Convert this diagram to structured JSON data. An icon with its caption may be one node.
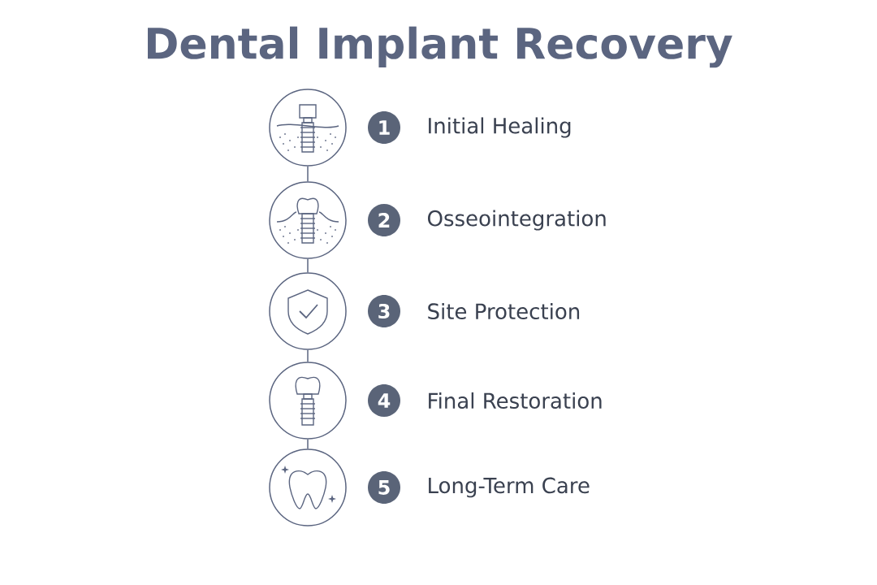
{
  "diagram": {
    "title": "Dental Implant Recovery",
    "nodes": [
      {
        "text": [],
        "shape": "circle"
      },
      {
        "text": [],
        "shape": "circle"
      },
      {
        "text": [],
        "shape": "circle"
      },
      {
        "text": [],
        "shape": "circle"
      },
      {
        "text": [],
        "shape": "circle"
      },
      {
        "text": [
          "1"
        ],
        "beside": [
          "Initial Healing"
        ]
      },
      {
        "text": [
          "2"
        ],
        "beside": [
          "Osseointegration"
        ]
      },
      {
        "text": [
          "3"
        ],
        "beside": [
          "Site Protection"
        ]
      },
      {
        "text": [
          "4"
        ],
        "beside": [
          "Final Restoration"
        ]
      },
      {
        "text": [
          "5"
        ],
        "beside": [
          "Long-Term Care"
        ]
      }
    ],
    "edges": [
      {
        "from": 0,
        "to": 1,
        "arrow": "none"
      },
      {
        "from": 1,
        "to": 2,
        "arrow": "none"
      },
      {
        "from": 2,
        "to": 3,
        "arrow": "none"
      },
      {
        "from": 3,
        "to": 4,
        "arrow": "none"
      }
    ]
  }
}
